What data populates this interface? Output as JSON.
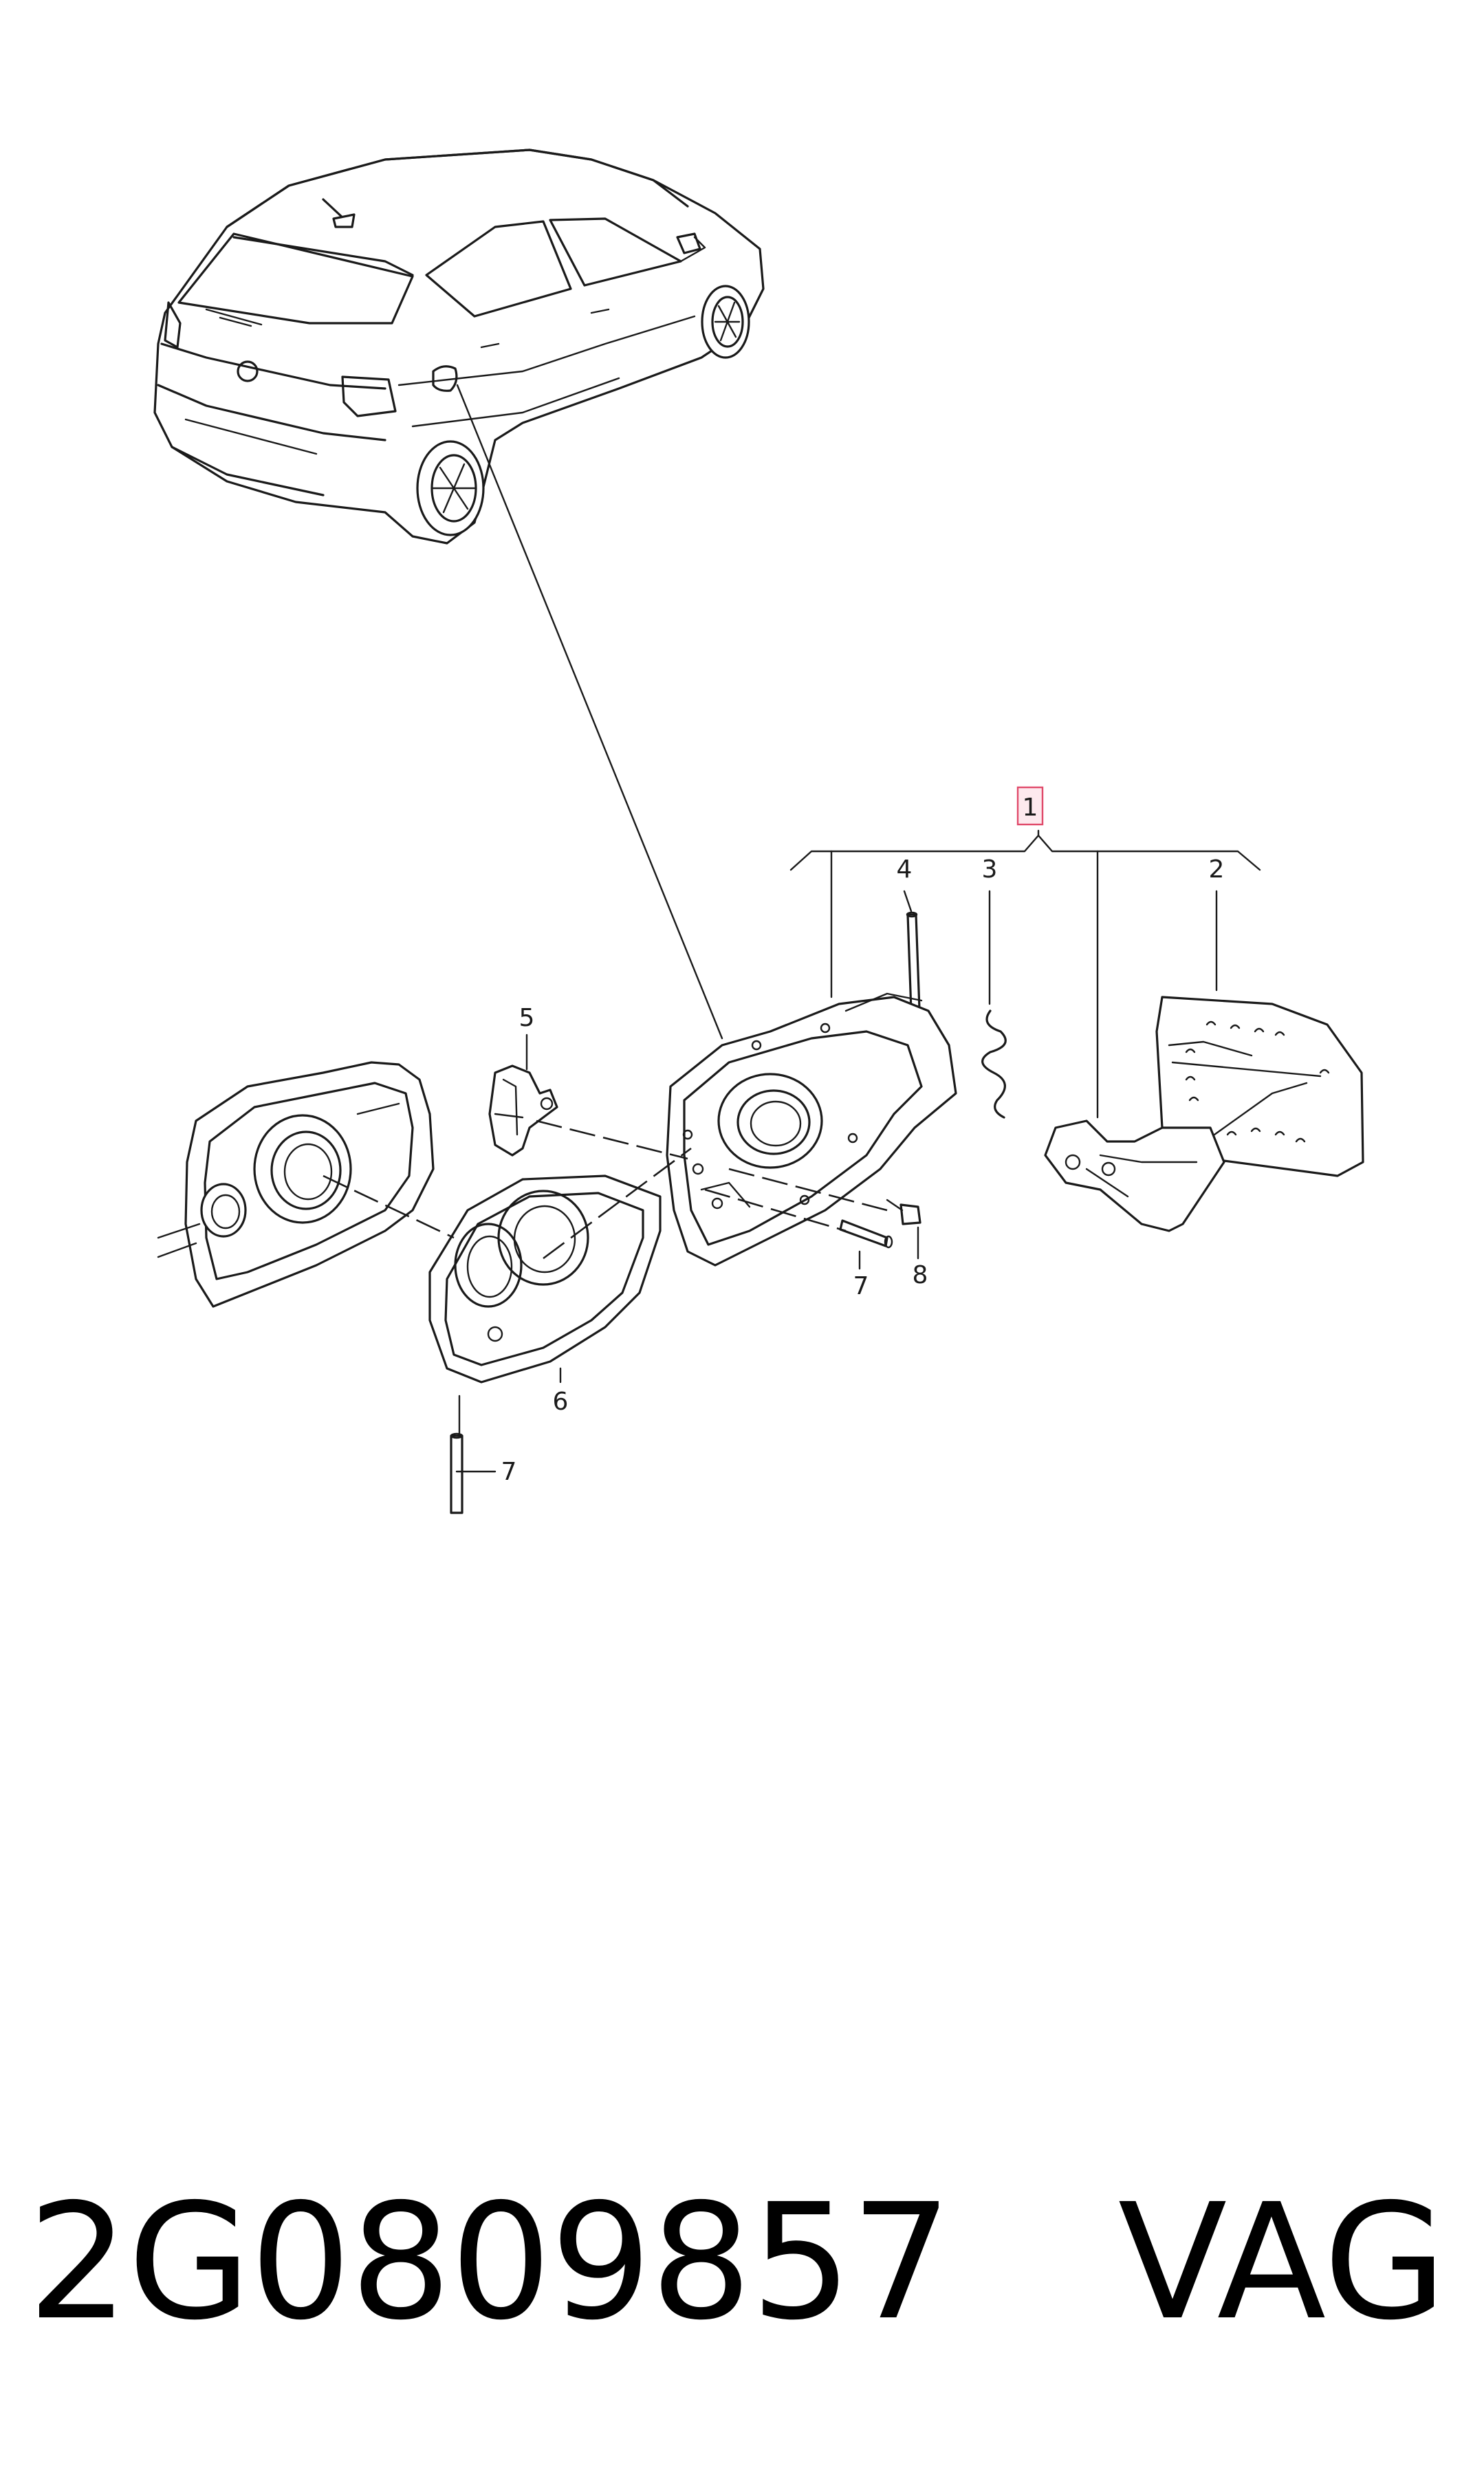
{
  "diagram": {
    "callouts": {
      "c1": "1",
      "c2": "2",
      "c3": "3",
      "c4": "4",
      "c5": "5",
      "c6": "6",
      "c7a": "7",
      "c7b": "7",
      "c8": "8"
    },
    "highlighted_callout": "1",
    "highlight_color": "#e04a6a"
  },
  "footer": {
    "part_number": "2G0809857",
    "brand": "VAG"
  }
}
